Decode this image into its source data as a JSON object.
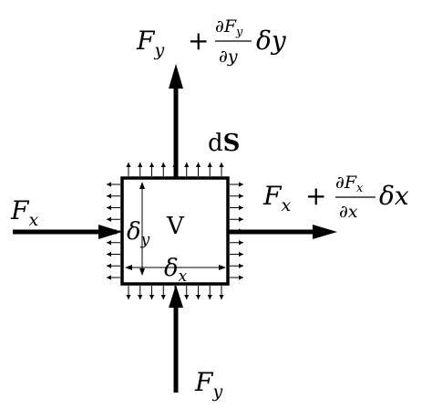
{
  "diagram": {
    "labels": {
      "fx_left": {
        "base": "F",
        "sub": "x"
      },
      "fy_bottom": {
        "base": "F",
        "sub": "y"
      },
      "fx_right": {
        "base": "F",
        "sub": "x",
        "plus": "+",
        "frac_num_d": "∂",
        "frac_num_F": "F",
        "frac_num_sub": "x",
        "frac_den": "∂x",
        "delta": "δx"
      },
      "fy_top": {
        "base": "F",
        "sub": "y",
        "plus": "+",
        "frac_num_d": "∂",
        "frac_num_F": "F",
        "frac_num_sub": "y",
        "frac_den": "∂y",
        "delta": "δy"
      },
      "surface": {
        "prefix": "d",
        "symbol": "S"
      },
      "volume": "V",
      "delta_y": {
        "base": "δ",
        "sub": "y"
      },
      "delta_x": {
        "base": "δ",
        "sub": "x"
      }
    },
    "colors": {
      "stroke": "#000000",
      "background": "#ffffff"
    }
  }
}
